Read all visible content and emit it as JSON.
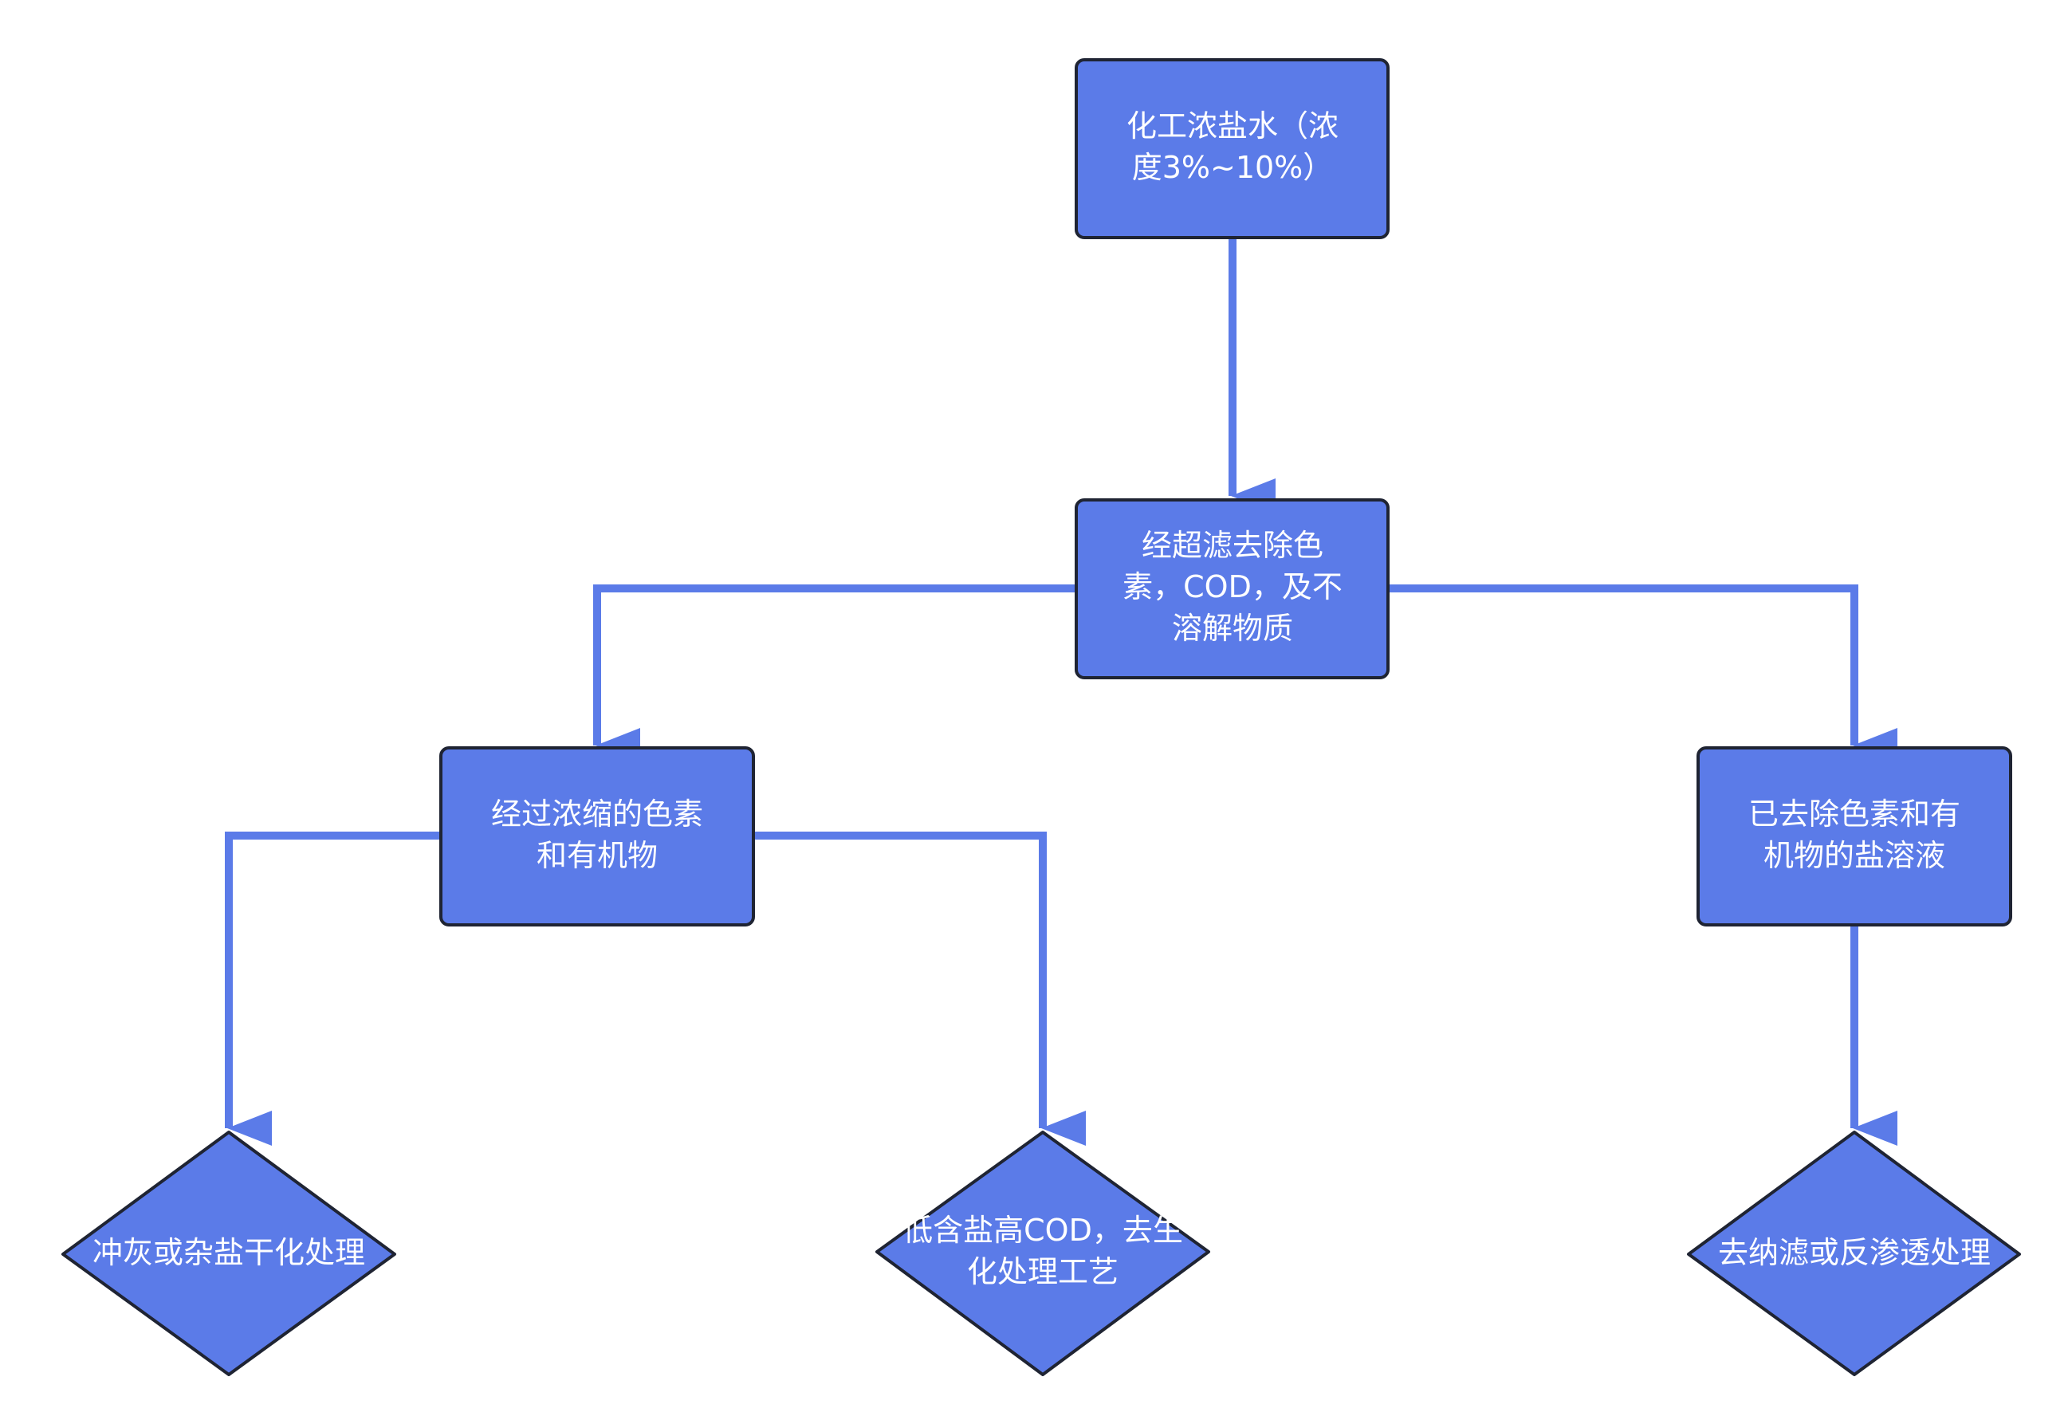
{
  "colors": {
    "fill": "#5b7be8",
    "stroke": "#1f2433",
    "connector": "#5b7be8",
    "text": "#ffffff",
    "background": "#ffffff"
  },
  "nodes": {
    "source": {
      "lines": [
        "化工浓盐水（浓",
        "度3%~10%）"
      ]
    },
    "ultrafilter": {
      "lines": [
        "经超滤去除色",
        "素，COD，及不",
        "溶解物质"
      ]
    },
    "concentrate": {
      "lines": [
        "经过浓缩的色素",
        "和有机物"
      ]
    },
    "salt": {
      "lines": [
        "已去除色素和有",
        "机物的盐溶液"
      ]
    },
    "ash": {
      "lines": [
        "冲灰或杂盐干化处理"
      ]
    },
    "biochem": {
      "lines": [
        "低含盐高COD，去生",
        "化处理工艺"
      ]
    },
    "membrane": {
      "lines": [
        "去纳滤或反渗透处理"
      ]
    }
  }
}
